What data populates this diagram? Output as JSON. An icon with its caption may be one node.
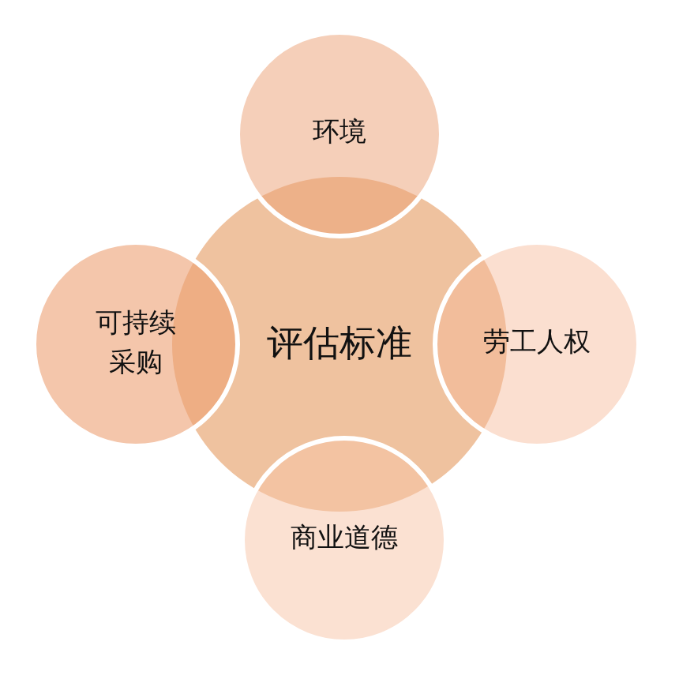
{
  "diagram": {
    "nodes": [
      {
        "text": [
          "评估标准"
        ]
      },
      {
        "text": [
          "环境"
        ]
      },
      {
        "text": [
          "劳工人权"
        ]
      },
      {
        "text": [
          "商业道德"
        ]
      },
      {
        "text": [
          "可持续采购"
        ]
      }
    ]
  }
}
